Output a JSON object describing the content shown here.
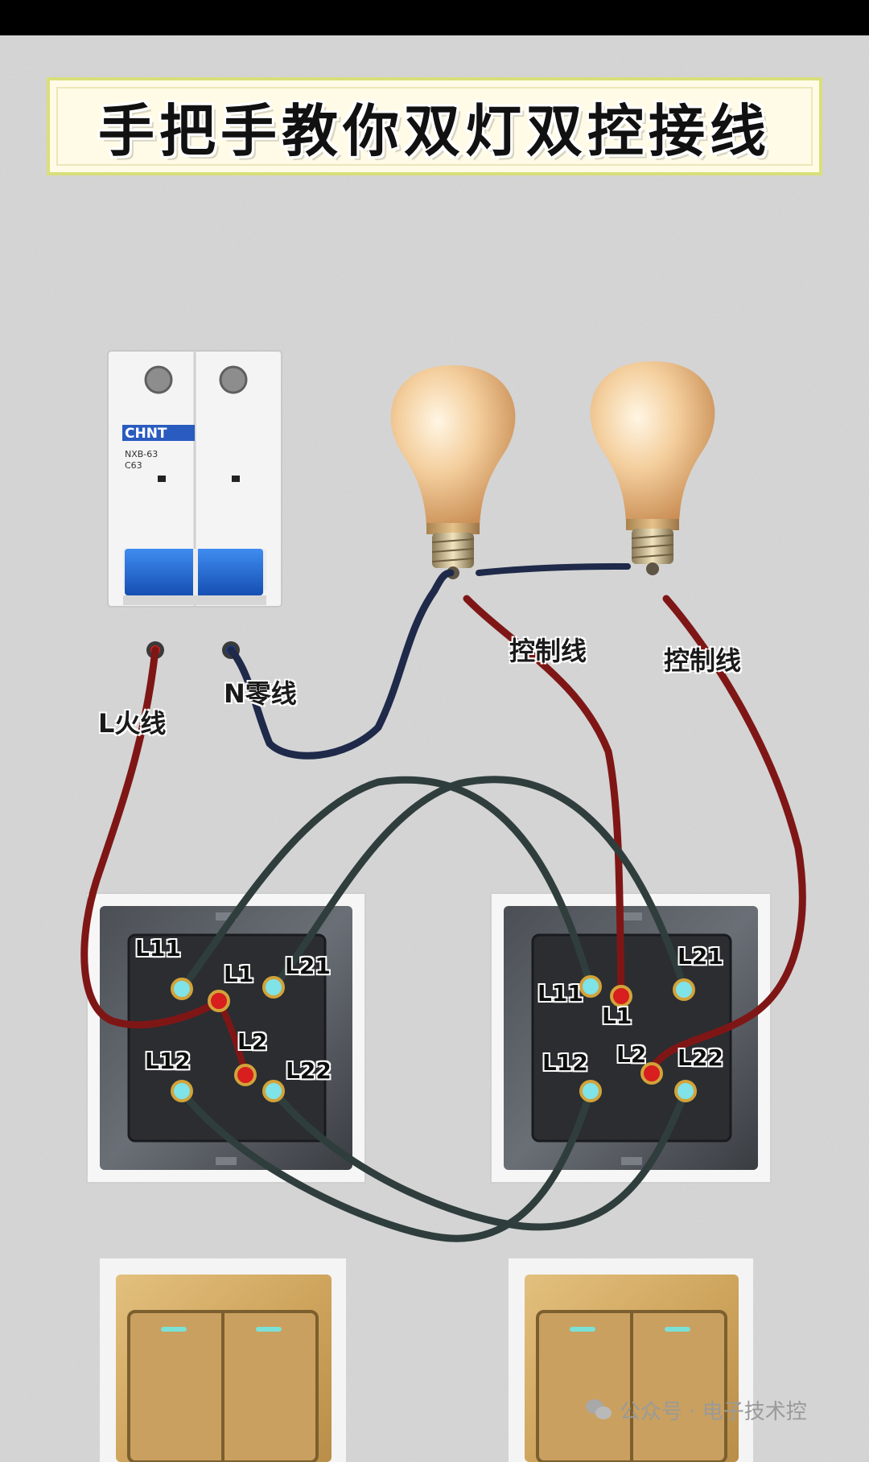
{
  "title": "手把手教你双灯双控接线",
  "breaker": {
    "brand": "CHNT",
    "model": "NXB-63",
    "rating": "C63"
  },
  "wire_labels": {
    "live": "L火线",
    "neutral": "N零线",
    "control_1": "控制线",
    "control_2": "控制线"
  },
  "switch_left": {
    "terminals": {
      "l11": "L11",
      "l1": "L1",
      "l21": "L21",
      "l12": "L12",
      "l2": "L2",
      "l22": "L22"
    }
  },
  "switch_right": {
    "terminals": {
      "l11": "L11",
      "l1": "L1",
      "l21": "L21",
      "l12": "L12",
      "l2": "L2",
      "l22": "L22"
    }
  },
  "watermark": "公众号 · 电子技术控",
  "colors": {
    "live_wire": "#8b1a1a",
    "neutral_wire": "#1f2a4a",
    "traveler_wire": "#2f3e3c",
    "terminal_live": "#d81e1e",
    "terminal_traveler": "#7fe3e8",
    "bulb": "#f2c79a",
    "switch_panel": "#d5ad6a",
    "breaker_handle": "#1e63d6"
  }
}
